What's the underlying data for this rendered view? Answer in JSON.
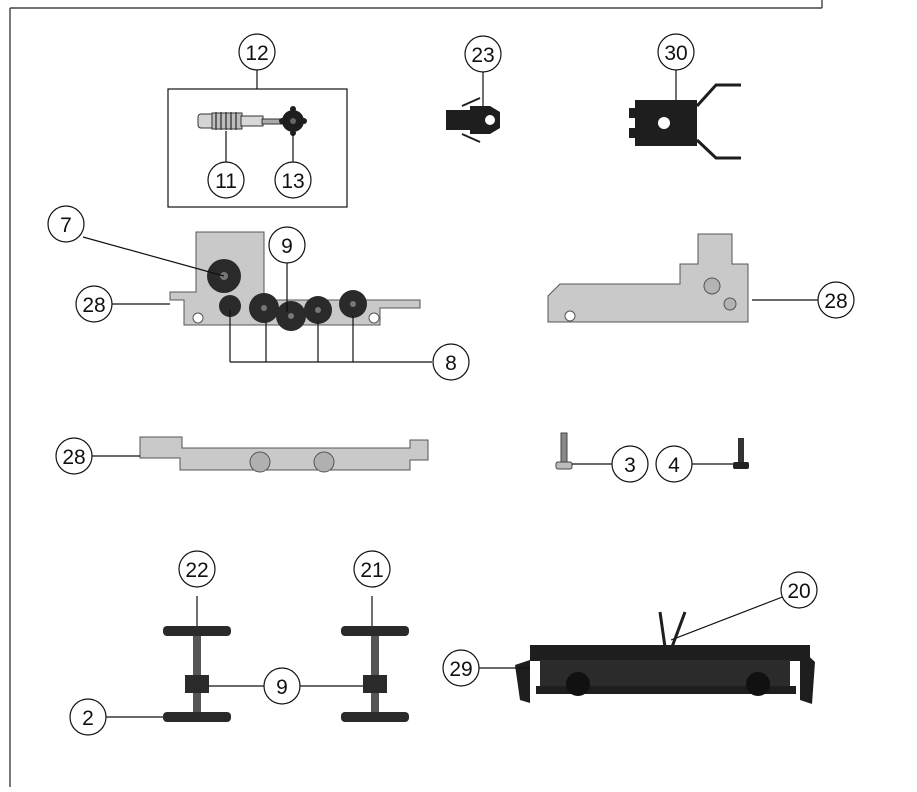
{
  "callouts": {
    "c12": "12",
    "c11": "11",
    "c13": "13",
    "c23": "23",
    "c30": "30",
    "c7": "7",
    "c9a": "9",
    "c28a": "28",
    "c28b": "28",
    "c8": "8",
    "c28c": "28",
    "c3": "3",
    "c4": "4",
    "c22": "22",
    "c21": "21",
    "c20": "20",
    "c29": "29",
    "c9b": "9",
    "c2": "2"
  },
  "colors": {
    "line": "#111111",
    "frame": "#222222",
    "metal": "#c9c9c9",
    "dark_part": "#1e1e1e",
    "gear": "#2a2a2a"
  }
}
